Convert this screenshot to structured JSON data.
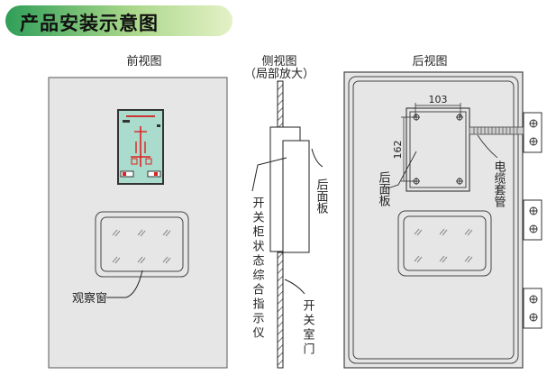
{
  "header": {
    "title": "产品安装示意图"
  },
  "views": {
    "front": {
      "label": "前视图",
      "window_label": "观察窗"
    },
    "side": {
      "label_line1": "侧视图",
      "label_line2": "（局部放大）",
      "panel_label": "后面板",
      "device_label": "开关柜状态综合指示仪",
      "door_label": "开关室门"
    },
    "rear": {
      "label": "后视图",
      "panel_label": "后面板",
      "cable_label": "电缆套管",
      "dim_width": "103",
      "dim_height": "162"
    }
  }
}
